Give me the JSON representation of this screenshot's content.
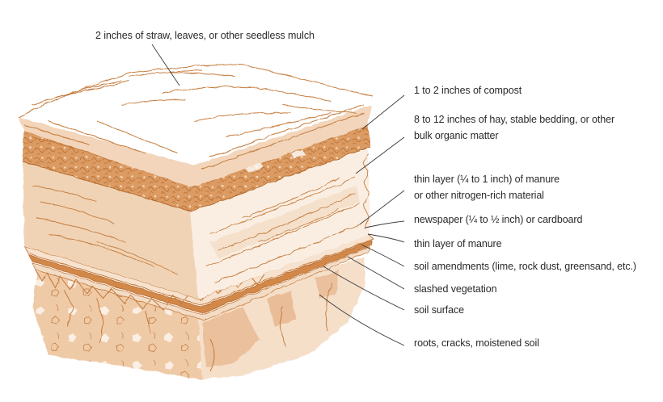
{
  "diagram": {
    "type": "labeled cross-section illustration",
    "subject": "layered sheet-mulch / lasagna garden bed",
    "colors": {
      "ink": "#c47a3a",
      "wash_dark": "#d9955a",
      "wash_light": "#efcfae",
      "leader_line": "#3a3a3a",
      "label_text": "#2a2a2a",
      "background": "#ffffff"
    },
    "labels": [
      {
        "id": "mulch",
        "text": "2 inches of straw, leaves, or other seedless mulch"
      },
      {
        "id": "compost",
        "text": "1 to 2 inches of compost"
      },
      {
        "id": "hay_1",
        "text": "8 to 12 inches of hay, stable bedding, or other"
      },
      {
        "id": "hay_2",
        "text": "bulk organic matter"
      },
      {
        "id": "manure_thin_1",
        "text": "thin layer (¼ to 1 inch) of manure"
      },
      {
        "id": "manure_thin_2",
        "text": "or other nitrogen-rich material"
      },
      {
        "id": "newspaper",
        "text": "newspaper (¼ to ½ inch) or cardboard"
      },
      {
        "id": "manure",
        "text": "thin layer of manure"
      },
      {
        "id": "amendments",
        "text": "soil amendments (lime, rock dust, greensand, etc.)"
      },
      {
        "id": "vegetation",
        "text": "slashed vegetation"
      },
      {
        "id": "surface",
        "text": "soil surface"
      },
      {
        "id": "roots",
        "text": "roots, cracks, moistened soil"
      }
    ]
  }
}
